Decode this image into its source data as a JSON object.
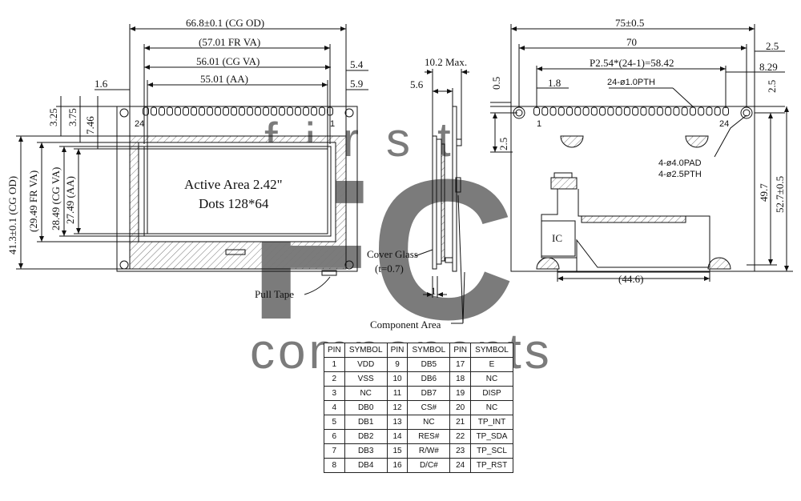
{
  "watermark": {
    "top": "first",
    "bottom": "components",
    "logo": "FC",
    "color": "#c9dcef"
  },
  "front_view": {
    "dims": {
      "cg_od_width": "66.8±0.1 (CG OD)",
      "fr_va_width": "(57.01 FR VA)",
      "cg_va_width": "56.01 (CG VA)",
      "aa_width": "55.01 (AA)",
      "left_offset": "1.6",
      "right_5_4": "5.4",
      "right_5_9": "5.9",
      "top_3_25": "3.25",
      "top_3_75": "3.75",
      "top_7_46": "7.46",
      "cg_od_height": "41.3±0.1 (CG OD)",
      "fr_va_height": "(29.49 FR VA)",
      "cg_va_height": "28.49 (CG VA)",
      "aa_height": "27.49 (AA)"
    },
    "pin_first": "1",
    "pin_last": "24",
    "active_area": "Active Area 2.42\"",
    "dots": "Dots 128*64",
    "pull_tape": "Pull Tape"
  },
  "side_view": {
    "max_thickness": "10.2 Max.",
    "offset": "5.6",
    "cover_glass": "Cover Glass",
    "cover_glass_t": "(t=0.7)",
    "bottom_dim": "1",
    "component_area": "Component Area"
  },
  "back_view": {
    "dims": {
      "overall_width": "75±0.5",
      "hole_pitch": "70",
      "right_2_5": "2.5",
      "pin_span": "P2.54*(24-1)=58.42",
      "right_8_29": "8.29",
      "top_0_5": "0.5",
      "pin_offset": "1.8",
      "pth_label": "24-ø1.0PTH",
      "right_2_5_b": "2.5",
      "left_2_5": "2.5",
      "pad_label": "4-ø4.0PAD",
      "pth25_label": "4-ø2.5PTH",
      "height_49_7": "49.7",
      "height_52_7": "52.7±0.5",
      "fpc_width": "(44.6)"
    },
    "pin_first": "1",
    "pin_last": "24",
    "ic": "IC"
  },
  "pin_table": {
    "headers": [
      "PIN",
      "SYMBOL",
      "PIN",
      "SYMBOL",
      "PIN",
      "SYMBOL"
    ],
    "rows": [
      [
        "1",
        "VDD",
        "9",
        "DB5",
        "17",
        "E"
      ],
      [
        "2",
        "VSS",
        "10",
        "DB6",
        "18",
        "NC"
      ],
      [
        "3",
        "NC",
        "11",
        "DB7",
        "19",
        "DISP"
      ],
      [
        "4",
        "DB0",
        "12",
        "CS#",
        "20",
        "NC"
      ],
      [
        "5",
        "DB1",
        "13",
        "NC",
        "21",
        "TP_INT"
      ],
      [
        "6",
        "DB2",
        "14",
        "RES#",
        "22",
        "TP_SDA"
      ],
      [
        "7",
        "DB3",
        "15",
        "R/W#",
        "23",
        "TP_SCL"
      ],
      [
        "8",
        "DB4",
        "16",
        "D/C#",
        "24",
        "TP_RST"
      ]
    ]
  }
}
